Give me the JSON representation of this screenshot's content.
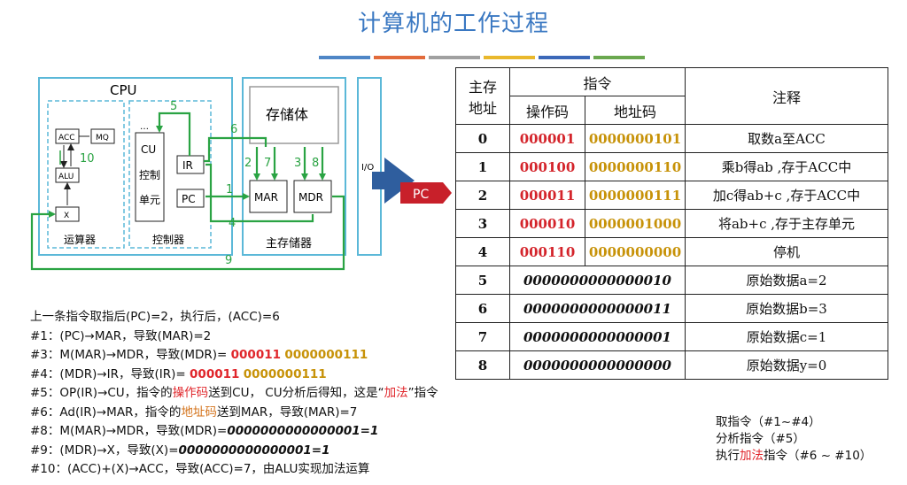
{
  "title": "计算机的工作过程",
  "title_bar_colors": [
    "#4f86c6",
    "#e26b3b",
    "#a0a0a0",
    "#e9b82c",
    "#3b68b8",
    "#6aa84f"
  ],
  "diagram": {
    "cpu": "CPU",
    "acc": "ACC",
    "mq": "MQ",
    "alu": "ALU",
    "x": "X",
    "alu_unit": "运算器",
    "cu_lines": [
      "CU",
      "控制",
      "单元"
    ],
    "ir": "IR",
    "pc": "PC",
    "control_unit": "控制器",
    "storage_body": "存储体",
    "mar": "MAR",
    "mdr": "MDR",
    "main_memory": "主存储器",
    "io": "I/O",
    "dots": "…",
    "step_numbers": [
      "1",
      "2",
      "3",
      "4",
      "5",
      "6",
      "7",
      "8",
      "9",
      "10"
    ],
    "pc_tag": "PC"
  },
  "table": {
    "headers": {
      "addr_l1": "主存",
      "addr_l2": "地址",
      "instruction": "指令",
      "opcode": "操作码",
      "address_code": "地址码",
      "note": "注释"
    },
    "rows": [
      {
        "addr": "0",
        "op": "000001",
        "ad": "0000000101",
        "note": "取数a至ACC"
      },
      {
        "addr": "1",
        "op": "000100",
        "ad": "0000000110",
        "note": "乘b得ab ,存于ACC中"
      },
      {
        "addr": "2",
        "op": "000011",
        "ad": "0000000111",
        "note": "加c得ab+c ,存于ACC中"
      },
      {
        "addr": "3",
        "op": "000010",
        "ad": "0000001000",
        "note": "将ab+c ,存于主存单元"
      },
      {
        "addr": "4",
        "op": "000110",
        "ad": "0000000000",
        "note": "停机"
      }
    ],
    "data_rows": [
      {
        "addr": "5",
        "value": "0000000000000010",
        "note": "原始数据a=2"
      },
      {
        "addr": "6",
        "value": "0000000000000011",
        "note": "原始数据b=3"
      },
      {
        "addr": "7",
        "value": "0000000000000001",
        "note": "原始数据c=1"
      },
      {
        "addr": "8",
        "value": "0000000000000000",
        "note": "原始数据y=0"
      }
    ]
  },
  "steps": {
    "s0": "上一条指令取指后(PC)=2，执行后，(ACC)=6",
    "s1": "#1：(PC)→MAR，导致(MAR)=2",
    "s3_a": "#3：M(MAR)→MDR，导致(MDR)= ",
    "s3_op": "000011",
    "s3_ad": "0000000111",
    "s4_a": "#4：(MDR)→IR，导致(IR)= ",
    "s4_op": "000011",
    "s4_ad": "0000000111",
    "s5_a": "#5：OP(IR)→CU，指令的",
    "s5_b": "操作码",
    "s5_c": "送到CU， CU分析后得知，这是“",
    "s5_d": "加法",
    "s5_e": "”指令",
    "s6_a": "#6：Ad(IR)→MAR，指令的",
    "s6_b": "地址码",
    "s6_c": "送到MAR，导致(MAR)=7",
    "s8_a": "#8：M(MAR)→MDR，导致(MDR)=",
    "s8_b": "0000000000000001=1",
    "s9_a": "#9：(MDR)→X，导致(X)=",
    "s9_b": "0000000000000001=1",
    "s10": "#10：(ACC)+(X)→ACC，导致(ACC)=7，由ALU实现加法运算"
  },
  "summary": {
    "fetch": "取指令（#1~#4）",
    "analyze": "分析指令（#5）",
    "exec_a": "执行",
    "exec_b": "加法",
    "exec_c": "指令（#6 ~ #10）"
  }
}
